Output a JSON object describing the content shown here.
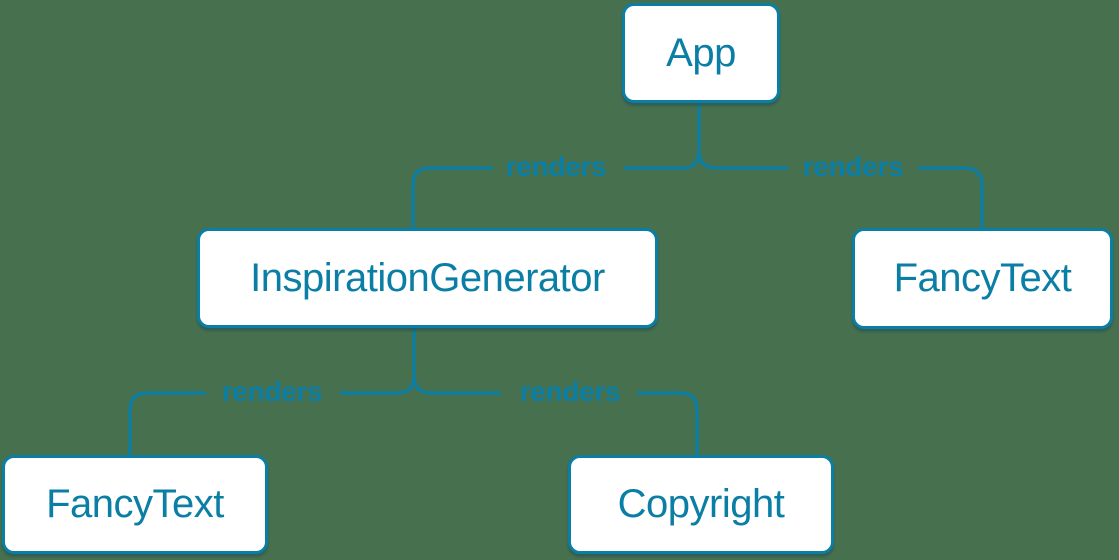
{
  "colors": {
    "background": "#47704F",
    "accent": "#0A7EA4",
    "node_fill": "#FFFFFF"
  },
  "diagram": {
    "type": "component-render-tree",
    "nodes": [
      {
        "id": "app",
        "label": "App"
      },
      {
        "id": "inspiration-generator",
        "label": "InspirationGenerator"
      },
      {
        "id": "fancy-text-top",
        "label": "FancyText"
      },
      {
        "id": "fancy-text-bottom",
        "label": "FancyText"
      },
      {
        "id": "copyright",
        "label": "Copyright"
      }
    ],
    "edges": [
      {
        "from": "App",
        "to": "InspirationGenerator",
        "label": "renders"
      },
      {
        "from": "App",
        "to": "FancyText",
        "label": "renders"
      },
      {
        "from": "InspirationGenerator",
        "to": "FancyText",
        "label": "renders"
      },
      {
        "from": "InspirationGenerator",
        "to": "Copyright",
        "label": "renders"
      }
    ]
  }
}
